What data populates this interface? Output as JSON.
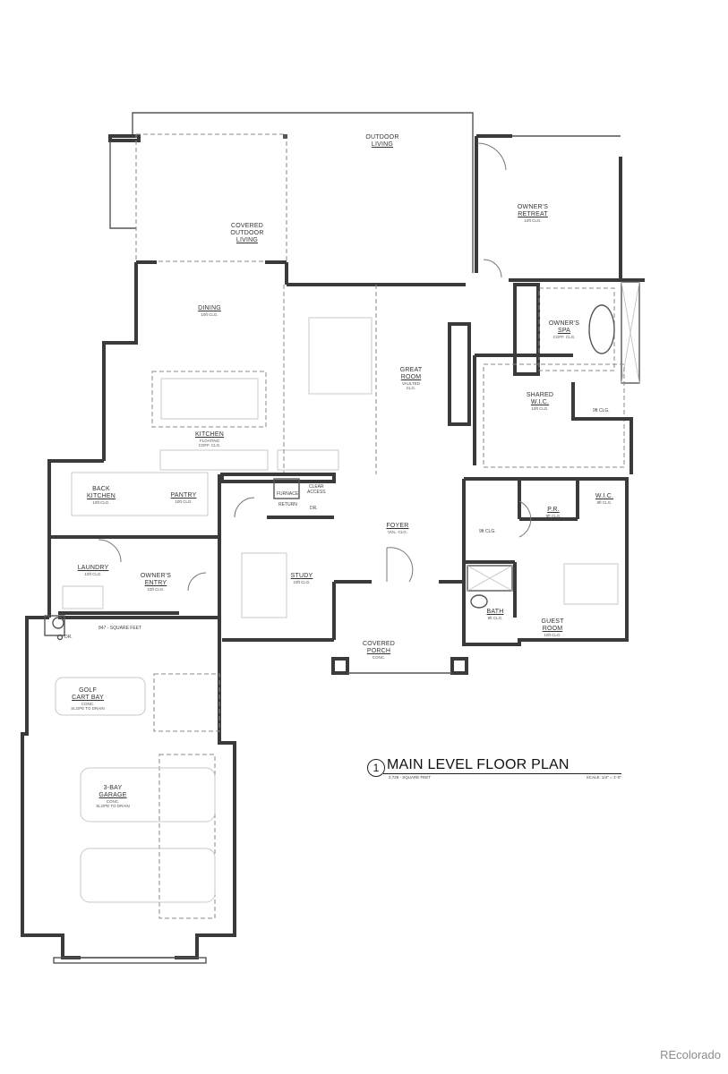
{
  "plan": {
    "title_number": "1",
    "title": "MAIN LEVEL FLOOR PLAN",
    "square_feet": "2,728 - SQUARE FEET",
    "scale": "SCALE: 1/4\" = 1'-0\""
  },
  "rooms": [
    {
      "name": "OUTDOOR",
      "name2": "LIVING",
      "ceiling": ""
    },
    {
      "name": "COVERED",
      "name2": "OUTDOOR",
      "name3": "LIVING",
      "ceiling": ""
    },
    {
      "name": "OWNER'S",
      "name2": "RETREAT",
      "ceiling": "10ft CLG."
    },
    {
      "name": "DINING",
      "ceiling": "10ft CLG."
    },
    {
      "name": "GREAT",
      "name2": "ROOM",
      "ceiling": "VAULTED",
      "ceiling2": "CLG."
    },
    {
      "name": "OWNER'S",
      "name2": "SPA",
      "ceiling": "COFF. CLG."
    },
    {
      "name": "SHARED",
      "name2": "W.I.C.",
      "ceiling": "10ft CLG."
    },
    {
      "name": "KITCHEN",
      "ceiling": "FLOATING",
      "ceiling2": "COFF. CLG."
    },
    {
      "name": "BACK",
      "name2": "KITCHEN",
      "ceiling": "10ft CLG."
    },
    {
      "name": "PANTRY",
      "ceiling": "10ft CLG."
    },
    {
      "name": "FOYER",
      "ceiling": "VOL. CLG."
    },
    {
      "name": "P.R.",
      "ceiling": "9ft CLG."
    },
    {
      "name": "W.I.C.",
      "ceiling": "9ft CLG."
    },
    {
      "name": "LAUNDRY",
      "ceiling": "10ft CLG."
    },
    {
      "name": "OWNER'S",
      "name2": "ENTRY",
      "ceiling": "10ft CLG."
    },
    {
      "name": "STUDY",
      "ceiling": "10ft CLG."
    },
    {
      "name": "BATH",
      "ceiling": "9ft CLG."
    },
    {
      "name": "GUEST",
      "name2": "ROOM",
      "ceiling": "10ft CLG."
    },
    {
      "name": "COVERED",
      "name2": "PORCH",
      "ceiling": "CONC."
    },
    {
      "name": "GOLF",
      "name2": "CART BAY",
      "ceiling": "CONC.",
      "ceiling2": "SLOPE TO DRAIN"
    },
    {
      "name": "3-BAY",
      "name2": "GARAGE",
      "ceiling": "CONC.",
      "ceiling2": "SLOPE TO DRAIN"
    }
  ],
  "notes": {
    "furnace": "FURNACE",
    "clear_access": "CLEAR",
    "clear_access2": "ACCESS",
    "return": "RETURN",
    "drain": "DR.",
    "drain2": "DR.",
    "hall_ceiling": "9ft CLG.",
    "wic_bath_ceiling": "9ft CLG.",
    "garage_sqft": "847 - SQUARE FEET"
  },
  "watermark": "REcolorado"
}
